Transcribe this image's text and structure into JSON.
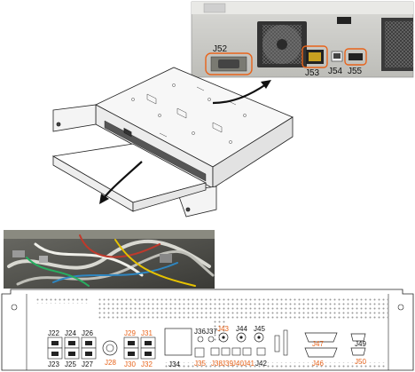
{
  "top_photo": {
    "labels": {
      "j52": "J52",
      "j53": "J53",
      "j54": "J54",
      "j55": "J55"
    }
  },
  "rear_panel": {
    "connectors_black": {
      "j22": "J22",
      "j23": "J23",
      "j24": "J24",
      "j25": "J25",
      "j26": "J26",
      "j27": "J27",
      "j34": "J34",
      "j36": "J36",
      "j37": "J37",
      "j44": "J44",
      "j45": "J45",
      "j42": "J42",
      "j49": "J49"
    },
    "connectors_orange": {
      "j28": "J28",
      "j29": "J29",
      "j30": "J30",
      "j31": "J31",
      "j32": "J32",
      "j35": "J35",
      "j38": "J38",
      "j39": "J39",
      "j40": "J40",
      "j41": "J41",
      "j43": "J43",
      "j46": "J46",
      "j47": "J47",
      "j50": "J50"
    }
  },
  "colors": {
    "orange": "#e8631a",
    "line": "#222222"
  }
}
